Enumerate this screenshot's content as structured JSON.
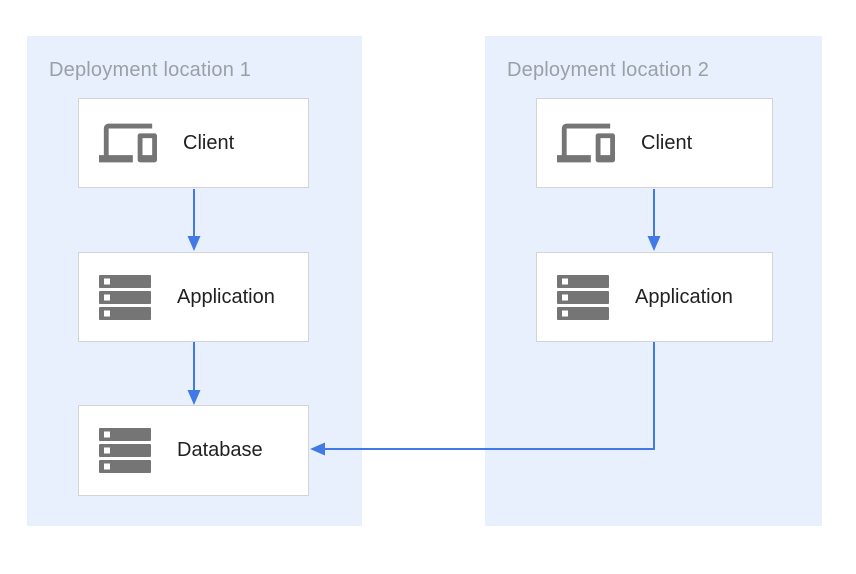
{
  "diagram": {
    "panels": [
      {
        "title": "Deployment location 1",
        "nodes": [
          {
            "label": "Client",
            "icon": "devices-icon"
          },
          {
            "label": "Application",
            "icon": "server-stack-icon"
          },
          {
            "label": "Database",
            "icon": "server-stack-icon"
          }
        ]
      },
      {
        "title": "Deployment location 2",
        "nodes": [
          {
            "label": "Client",
            "icon": "devices-icon"
          },
          {
            "label": "Application",
            "icon": "server-stack-icon"
          }
        ]
      }
    ],
    "connections": [
      {
        "from": "location-1-client",
        "to": "location-1-application",
        "shape": "vertical-arrow-down"
      },
      {
        "from": "location-1-application",
        "to": "location-1-database",
        "shape": "vertical-arrow-down"
      },
      {
        "from": "location-2-client",
        "to": "location-2-application",
        "shape": "vertical-arrow-down"
      },
      {
        "from": "location-2-application",
        "to": "location-1-database",
        "shape": "elbow-arrow-left"
      }
    ],
    "colors": {
      "panel_background": "#e7f0fc",
      "node_background": "#ffffff",
      "node_border": "#d4d4d4",
      "arrow_blue": "#4179e7",
      "icon_gray": "#757575",
      "panel_title_text": "#9aa0a6",
      "node_label_text": "#212121"
    }
  }
}
